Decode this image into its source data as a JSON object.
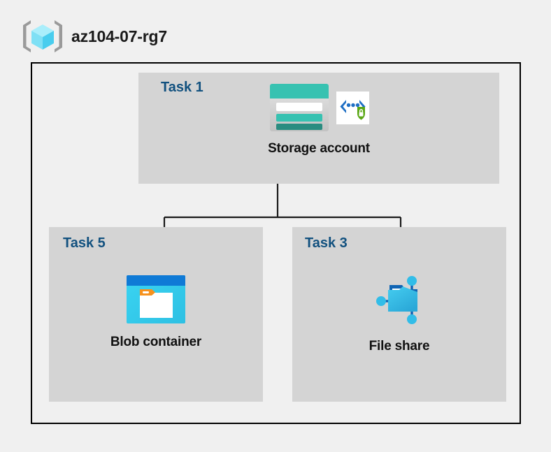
{
  "header": {
    "icon": "resource-group-icon",
    "title": "az104-07-rg7"
  },
  "diagram": {
    "boundary_label": "resource-group-boundary",
    "panels": [
      {
        "id": "task1",
        "label": "Task 1",
        "node": {
          "caption": "Storage account",
          "icons": [
            "storage-account-icon",
            "secure-code-icon"
          ]
        }
      },
      {
        "id": "task5",
        "label": "Task 5",
        "node": {
          "caption": "Blob container",
          "icons": [
            "blob-container-icon"
          ]
        }
      },
      {
        "id": "task3",
        "label": "Task 3",
        "node": {
          "caption": "File share",
          "icons": [
            "file-share-icon"
          ]
        }
      }
    ],
    "connections": [
      {
        "from": "Storage account",
        "to": "Blob container"
      },
      {
        "from": "Storage account",
        "to": "File share"
      }
    ]
  },
  "colors": {
    "page_background": "#f0f0f0",
    "panel_background": "#d4d4d4",
    "boundary_stroke": "#000000",
    "task_label": "#12517f",
    "caption": "#111111",
    "storage_teal": "#37c2b1",
    "storage_teal_dark": "#2a8c80",
    "blob_blue": "#0f7ad6",
    "blob_cyan": "#32c8f0",
    "blob_tag_orange": "#f7921e",
    "fileshare_cyan": "#32bde8",
    "fileshare_blue_dark": "#0f64b4",
    "shield_green": "#5aa715",
    "code_bracket_blue": "#1f6fc4",
    "cube_cyan": "#8ee8f8",
    "bracket_gray": "#9a9a9a"
  }
}
